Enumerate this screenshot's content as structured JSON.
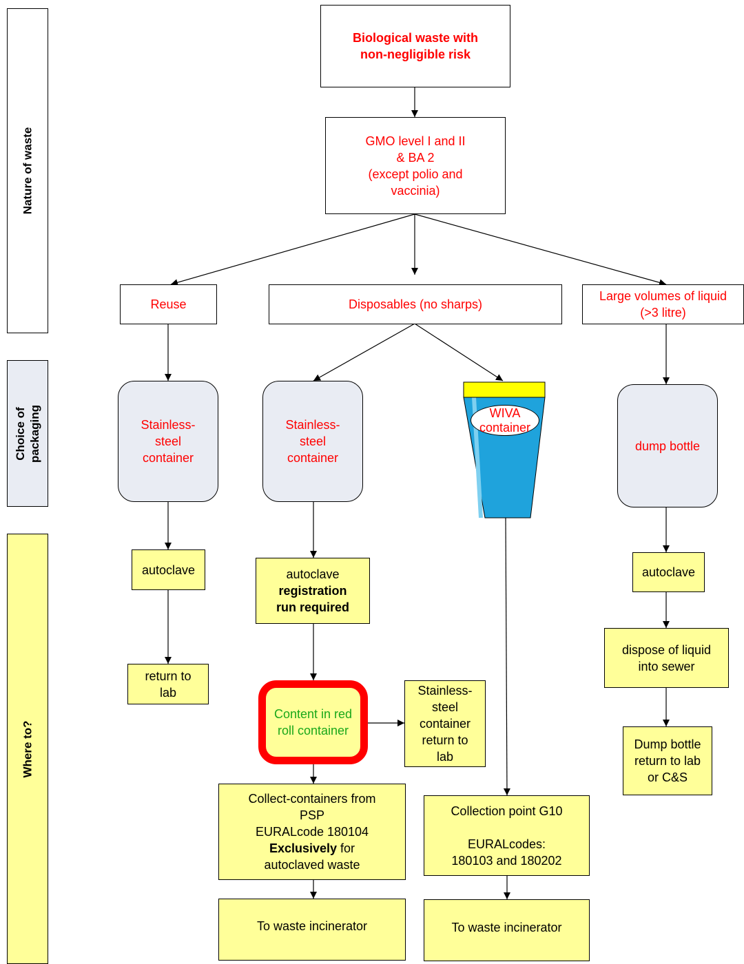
{
  "lanes": {
    "nature": "Nature of waste",
    "packaging": [
      "Choice of",
      "packaging"
    ],
    "where": "Where to?"
  },
  "nodes": {
    "bio_waste": [
      "Biological waste with",
      "non-negligible risk"
    ],
    "gmo": [
      "GMO level I and II",
      "& BA 2",
      "(except polio and",
      "vaccinia)"
    ],
    "reuse": "Reuse",
    "disposables": "Disposables (no sharps)",
    "large_liquid": [
      "Large volumes of liquid",
      "(>3 litre)"
    ],
    "ss_container_reuse": [
      "Stainless-",
      "steel",
      "container"
    ],
    "ss_container_disp": [
      "Stainless-",
      "steel",
      "container"
    ],
    "wiva": [
      "WIVA",
      "container"
    ],
    "dump_bottle": "dump bottle",
    "autoclave_reuse": "autoclave",
    "autoclave_disp": [
      "autoclave",
      "registration",
      "run required"
    ],
    "autoclave_liquid": "autoclave",
    "return_lab": [
      "return to",
      "lab"
    ],
    "red_roll": [
      "Content in red",
      "roll container"
    ],
    "ss_return": [
      "Stainless-",
      "steel",
      "container",
      "return to",
      "lab"
    ],
    "dispose_liquid": [
      "dispose of liquid",
      "into sewer"
    ],
    "dump_return": [
      "Dump bottle",
      "return to lab",
      "or C&S"
    ],
    "collect_containers": [
      "Collect-containers from",
      "PSP",
      "EURALcode 180104",
      "Exclusively",
      " for",
      "autoclaved waste"
    ],
    "collection_point": [
      "Collection point G10",
      "EURALcodes:",
      "180103 and 180202"
    ],
    "incinerator_left": "To waste incinerator",
    "incinerator_right": "To waste incinerator"
  },
  "colors": {
    "red_text": "#ff0000",
    "green_text": "#1aa81a",
    "yellow_fill": "#ffff99",
    "container_fill": "#e9ecf3",
    "lane_fill": "#e9ecf3",
    "wiva_blue": "#1fa3dc",
    "wiva_lid": "#ffff00",
    "red_roll_border": "#ff0000"
  }
}
